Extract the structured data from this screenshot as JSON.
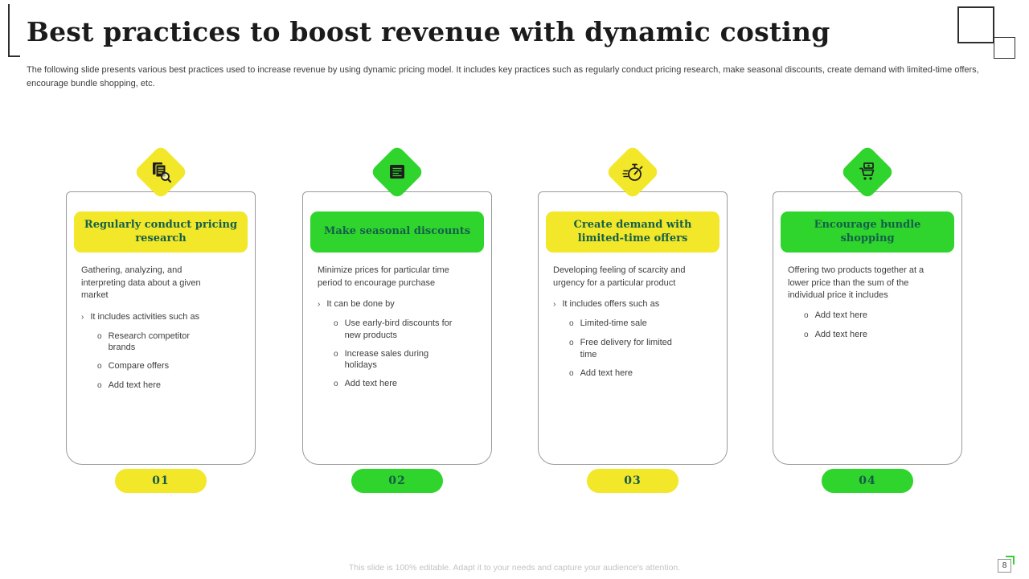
{
  "slide": {
    "title": "Best practices to boost revenue with dynamic costing",
    "subtitle": "The following slide presents various best practices used to increase revenue by using dynamic pricing model. It includes key practices such as regularly conduct pricing research, make seasonal discounts, create demand with limited-time offers, encourage bundle shopping, etc.",
    "footer": "This slide is 100% editable. Adapt it to your needs and capture your audience's attention.",
    "page_number": "8"
  },
  "markers": {
    "l1": "›",
    "l2": "o"
  },
  "colors": {
    "yellow": "#F2E728",
    "green": "#2FD42C",
    "heading_text": "#155F4B",
    "body_text": "#3E3E3E"
  },
  "cards": [
    {
      "number": "01",
      "accent": "yellow",
      "icon": "documents-magnifier-icon",
      "title": "Regularly conduct pricing research",
      "intro": "Gathering, analyzing, and interpreting data about a given market",
      "bullet": "It includes activities such as",
      "sub_bullets": [
        "Research competitor brands",
        "Compare offers",
        "Add text here"
      ]
    },
    {
      "number": "02",
      "accent": "green",
      "icon": "newspaper-icon",
      "title": "Make seasonal discounts",
      "intro": "Minimize prices for particular time period to encourage purchase",
      "bullet": "It can be done by",
      "sub_bullets": [
        "Use early-bird discounts for new products",
        "Increase sales during holidays",
        "Add text here"
      ]
    },
    {
      "number": "03",
      "accent": "yellow",
      "icon": "stopwatch-icon",
      "title": "Create demand with limited-time offers",
      "intro": "Developing feeling of scarcity and urgency for a particular product",
      "bullet": "It includes offers such as",
      "sub_bullets": [
        "Limited-time sale",
        "Free delivery for limited time",
        "Add text here"
      ]
    },
    {
      "number": "04",
      "accent": "green",
      "icon": "shopping-cart-icon",
      "title": "Encourage bundle shopping",
      "intro": "Offering two products together at a lower price than the sum of the individual price it includes",
      "bullet": "",
      "sub_bullets": [
        "Add text here",
        "Add text here"
      ]
    }
  ]
}
